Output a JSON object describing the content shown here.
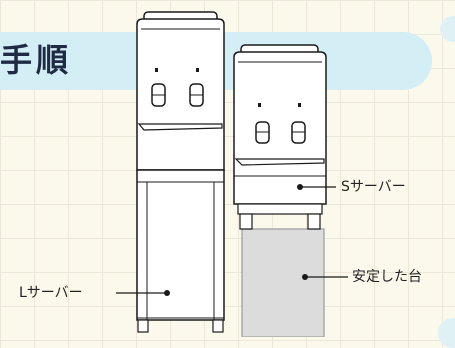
{
  "heading": {
    "text": "手順"
  },
  "labels": {
    "l_server": "Lサーバー",
    "s_server": "Sサーバー",
    "stand": "安定した台"
  }
}
